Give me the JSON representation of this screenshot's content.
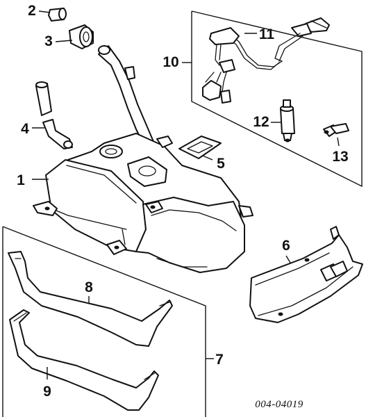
{
  "diagram": {
    "line_color": "#111111",
    "background": "#ffffff",
    "callouts": {
      "c1": "1",
      "c2": "2",
      "c3": "3",
      "c4": "4",
      "c5": "5",
      "c6": "6",
      "c7": "7",
      "c8": "8",
      "c9": "9",
      "c10": "10",
      "c11": "11",
      "c12": "12",
      "c13": "13"
    },
    "drawing_code": "004-04019"
  }
}
